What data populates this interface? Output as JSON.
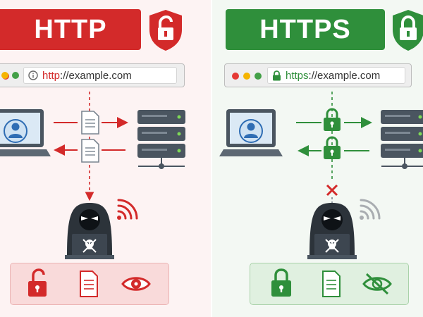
{
  "left": {
    "title": "HTTP",
    "url_scheme": "http",
    "url_rest": "://example.com",
    "accent": "#d32a2a",
    "icons": [
      "unlocked-shield-icon",
      "info-icon",
      "user-icon",
      "document-icon",
      "server-icon",
      "hacker-icon",
      "skull-icon",
      "wifi-icon",
      "unlocked-padlock-icon",
      "eye-icon"
    ]
  },
  "right": {
    "title": "HTTPS",
    "url_scheme": "https",
    "url_rest": "://example.com",
    "accent": "#2f8f3b",
    "icons": [
      "locked-shield-icon",
      "padlock-icon",
      "user-icon",
      "server-icon",
      "blocked-x-icon",
      "hacker-icon",
      "skull-icon",
      "wifi-icon",
      "eye-slash-icon"
    ]
  }
}
